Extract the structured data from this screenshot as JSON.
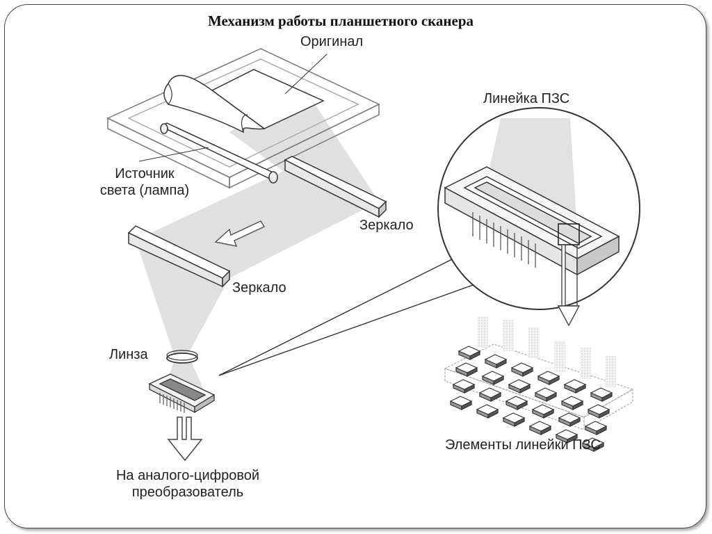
{
  "title": "Механизм работы планшетного сканера",
  "labels": {
    "original": "Оригинал",
    "light_source_line1": "Источник",
    "light_source_line2": "света (лампа)",
    "mirror_top": "Зеркало",
    "mirror_bottom": "Зеркало",
    "lens": "Линза",
    "ccd_line": "Линейка ПЗС",
    "ccd_elements": "Элементы линейки ПЗС",
    "adc_line1": "На аналого-цифровой",
    "adc_line2": "преобразователь"
  }
}
